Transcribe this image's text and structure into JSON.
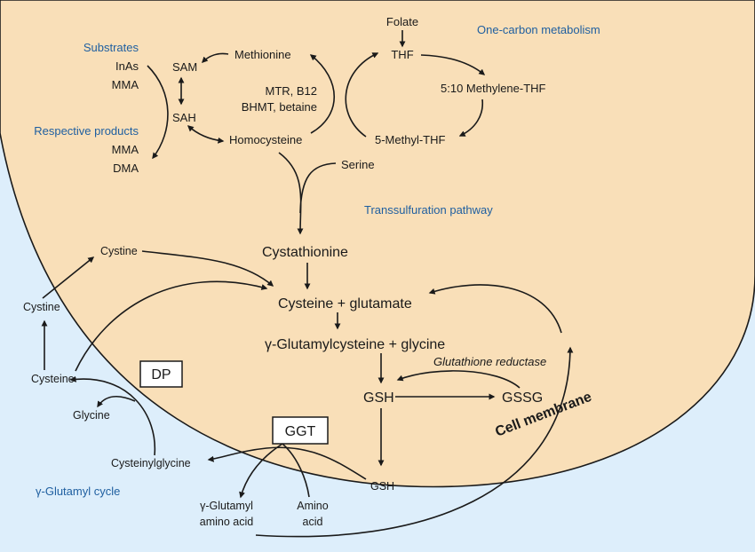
{
  "colors": {
    "outside_background": "#ddeefb",
    "cell_interior": "#f9dfb8",
    "section_label": "#1f5fa0",
    "text": "#1a1a1a"
  },
  "section_labels": {
    "one_carbon": "One-carbon metabolism",
    "transsulfuration": "Transsulfuration pathway",
    "gamma_cycle": "γ-Glutamyl cycle",
    "cell_membrane": "Cell membrane"
  },
  "arsenic": {
    "substrates_heading": "Substrates",
    "substrate_1": "InAs",
    "substrate_2": "MMA",
    "products_heading": "Respective products",
    "product_1": "MMA",
    "product_2": "DMA"
  },
  "methylation": {
    "sam": "SAM",
    "sah": "SAH",
    "methionine": "Methionine",
    "homocysteine": "Homocysteine",
    "cofactors_1": "MTR, B12",
    "cofactors_2": "BHMT, betaine"
  },
  "folate_cycle": {
    "folate": "Folate",
    "thf": "THF",
    "methylene_thf": "5:10 Methylene-THF",
    "methyl_thf": "5-Methyl-THF"
  },
  "transsulfuration": {
    "serine": "Serine",
    "cystathionine": "Cystathionine",
    "cysteine_glutamate": "Cysteine + glutamate",
    "glutamylcysteine_glycine": "γ-Glutamylcysteine + glycine",
    "gsh": "GSH",
    "gssg": "GSSG",
    "glutathione_reductase": "Glutathione reductase"
  },
  "extracellular": {
    "cystine_inner": "Cystine",
    "cystine_outer": "Cystine",
    "cysteine": "Cysteine",
    "glycine": "Glycine",
    "cysteinylglycine": "Cysteinylglycine",
    "gsh_out": "GSH",
    "gamma_glutamyl_line1": "γ-Glutamyl",
    "gamma_glutamyl_line2": "amino acid",
    "amino_acid_line1": "Amino",
    "amino_acid_line2": "acid"
  },
  "enzymes": {
    "dp": "DP",
    "ggt": "GGT"
  }
}
